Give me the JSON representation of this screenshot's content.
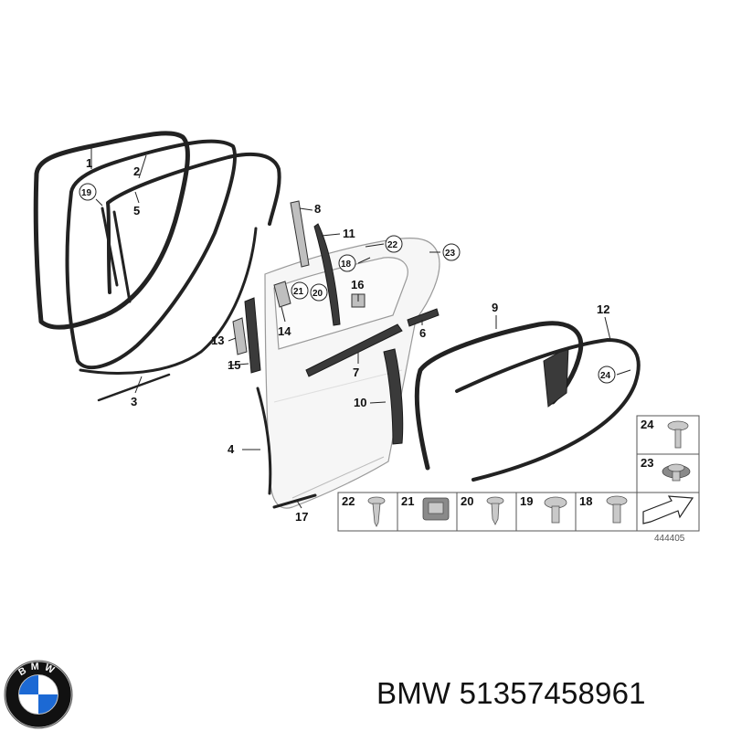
{
  "callouts": [
    "1",
    "2",
    "19",
    "5",
    "8",
    "11",
    "22",
    "23",
    "18",
    "16",
    "21",
    "20",
    "14",
    "13",
    "15",
    "6",
    "7",
    "3",
    "9",
    "12",
    "24",
    "10",
    "4",
    "17"
  ],
  "table": {
    "right_column": [
      "24",
      "23"
    ],
    "bottom_row": [
      "22",
      "21",
      "20",
      "19",
      "18"
    ]
  },
  "reference_number": "444405",
  "caption": {
    "brand": "BMW",
    "part_number": "51357458961"
  },
  "logo": {
    "letters": "BMW",
    "colors": {
      "blue": "#1c69d4",
      "white": "#ffffff",
      "ring": "#111111"
    }
  }
}
